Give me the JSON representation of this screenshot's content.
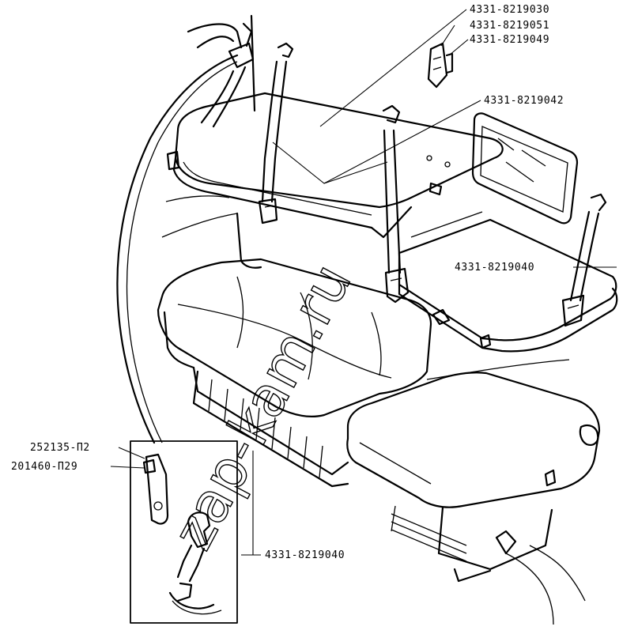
{
  "watermark": "zap-kam.ru",
  "labels": {
    "belt_assembly": "4331-8219030",
    "buckle_bracket": "4331-8219051",
    "buckle_clip": "4331-8219049",
    "center_belts": "4331-8219042",
    "right_belt": "4331-8219040",
    "bolt": "252135-П2",
    "washer": "201460-П29",
    "detail_belt": "4331-8219040"
  }
}
